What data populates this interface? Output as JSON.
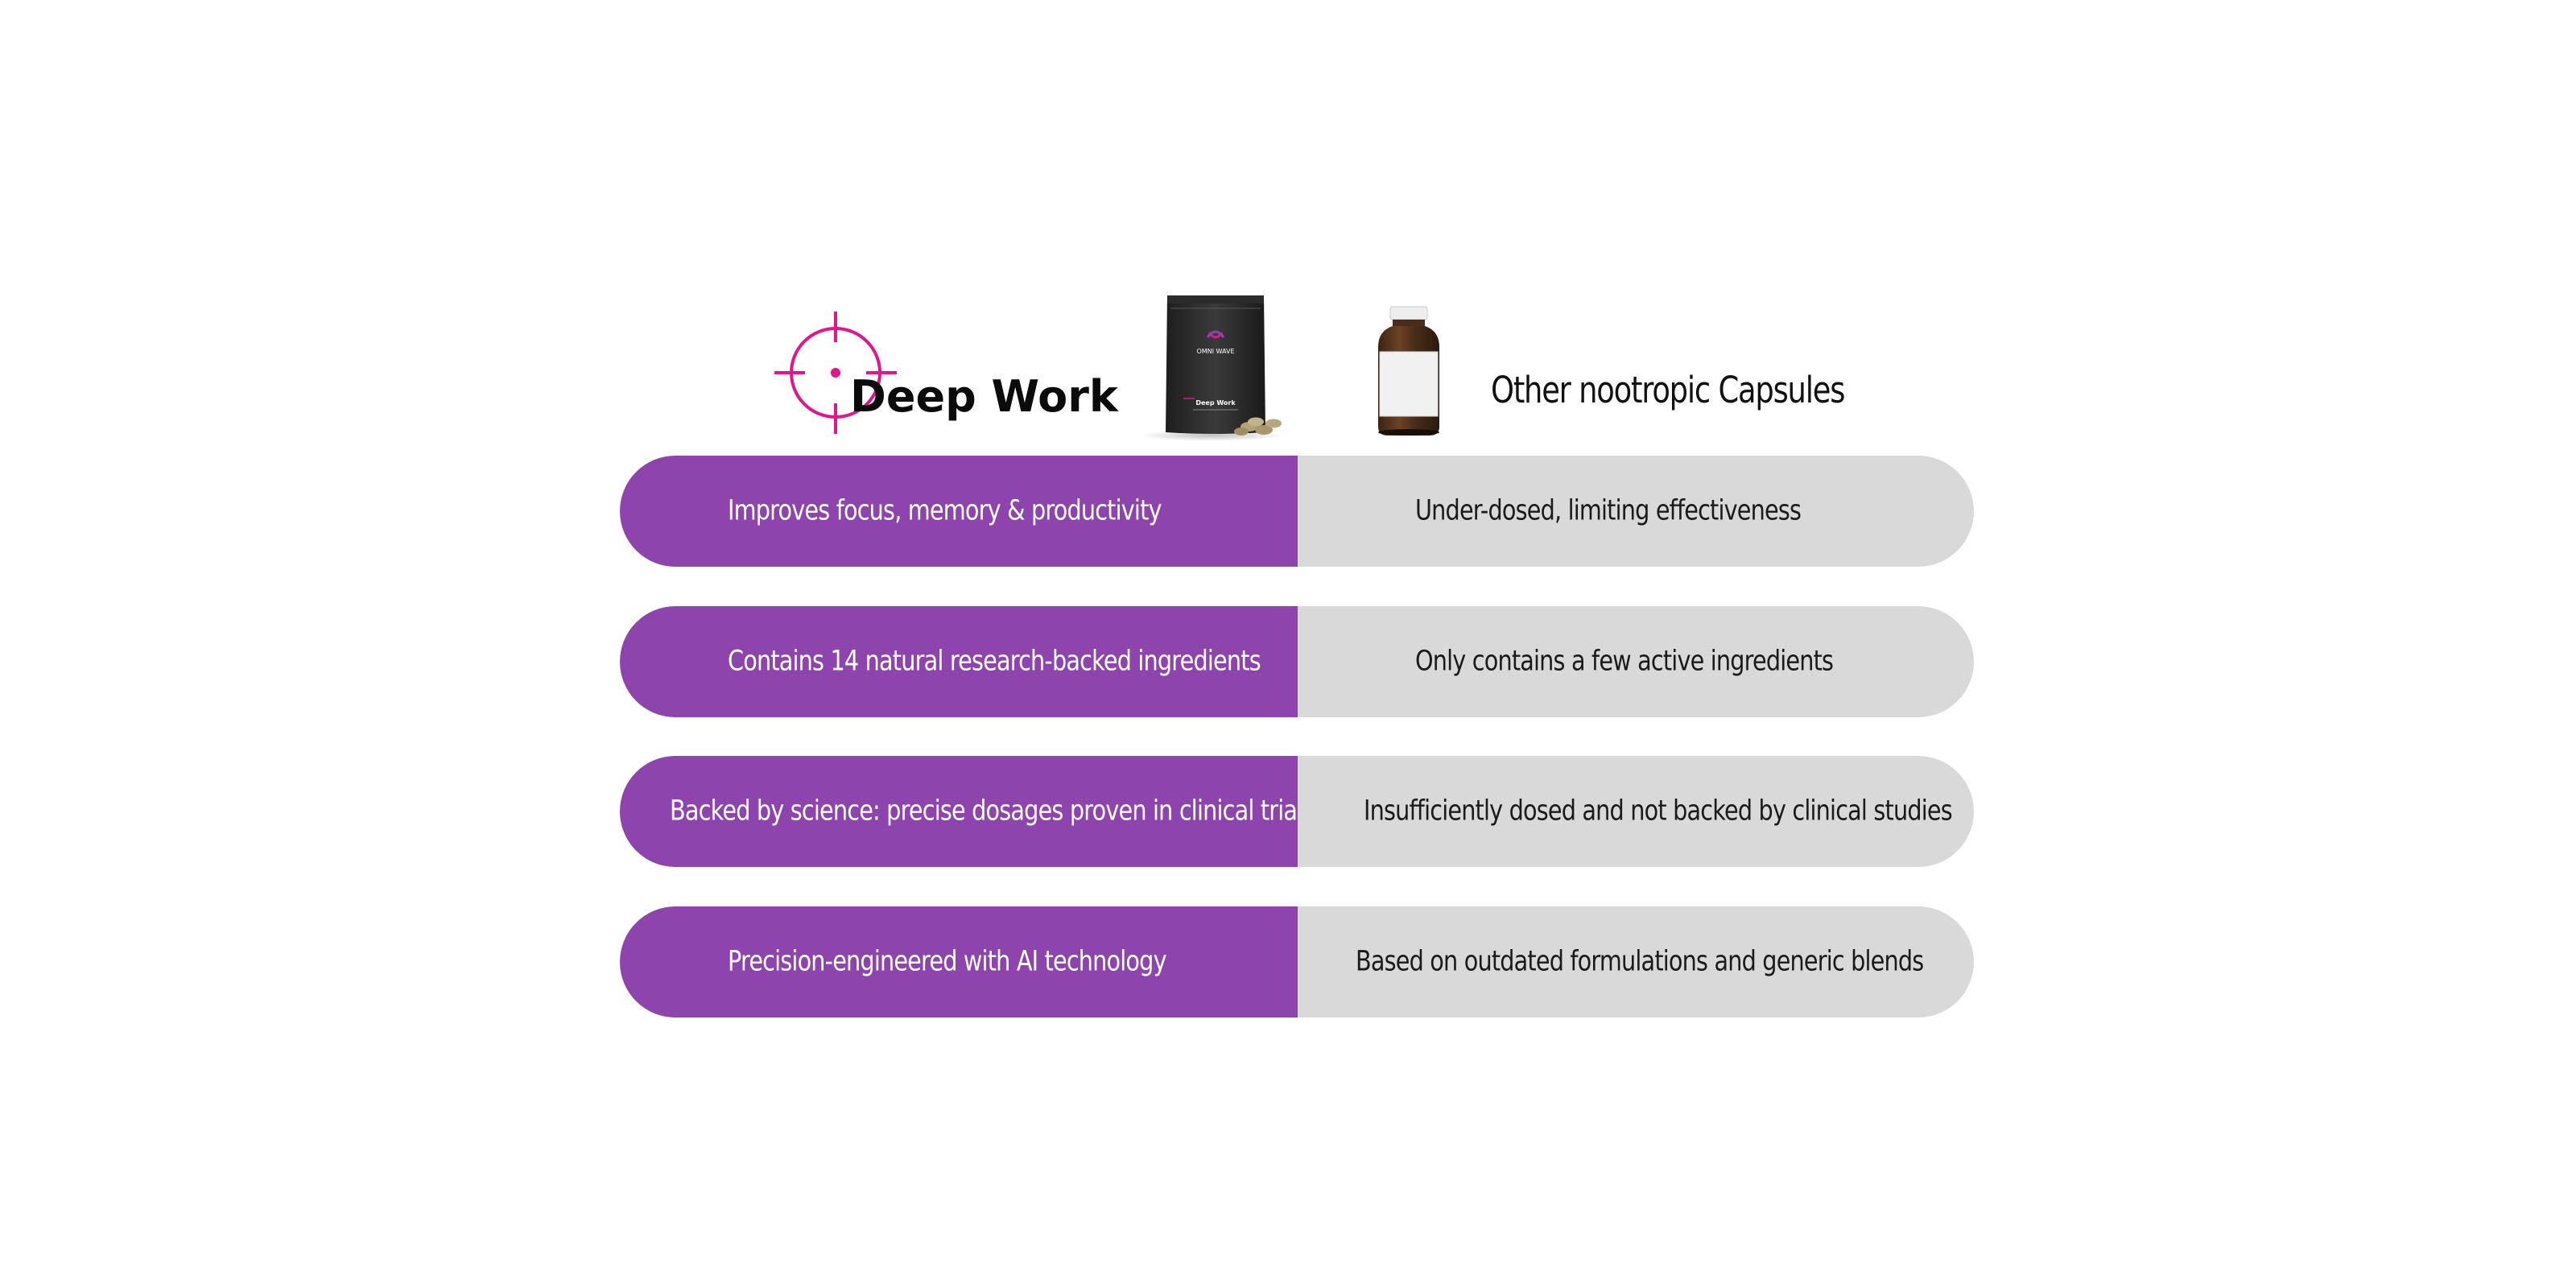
{
  "header": {
    "brand_title": "Deep Work",
    "competitor_title": "Other nootropic Capsules",
    "brand_icon": "crosshair-icon",
    "product_image": "deep-work-pouch",
    "competitor_image": "capsule-bottle",
    "pouch_label_brand": "OMNI WAVE",
    "pouch_label_product": "Deep Work"
  },
  "colors": {
    "accent": "#8e44ad",
    "icon_pink": "#e0168c",
    "neutral": "#d9d9d9"
  },
  "rows": [
    {
      "left": "Improves focus, memory & productivity",
      "right": "Under-dosed, limiting effectiveness"
    },
    {
      "left": "Contains 14 natural research-backed ingredients",
      "right": "Only contains a few active ingredients"
    },
    {
      "left": "Backed by science: precise dosages proven in clinical trials",
      "right": "Insufficiently dosed and not backed by clinical studies"
    },
    {
      "left": "Precision-engineered with AI technology",
      "right": "Based on outdated formulations and generic blends"
    }
  ]
}
